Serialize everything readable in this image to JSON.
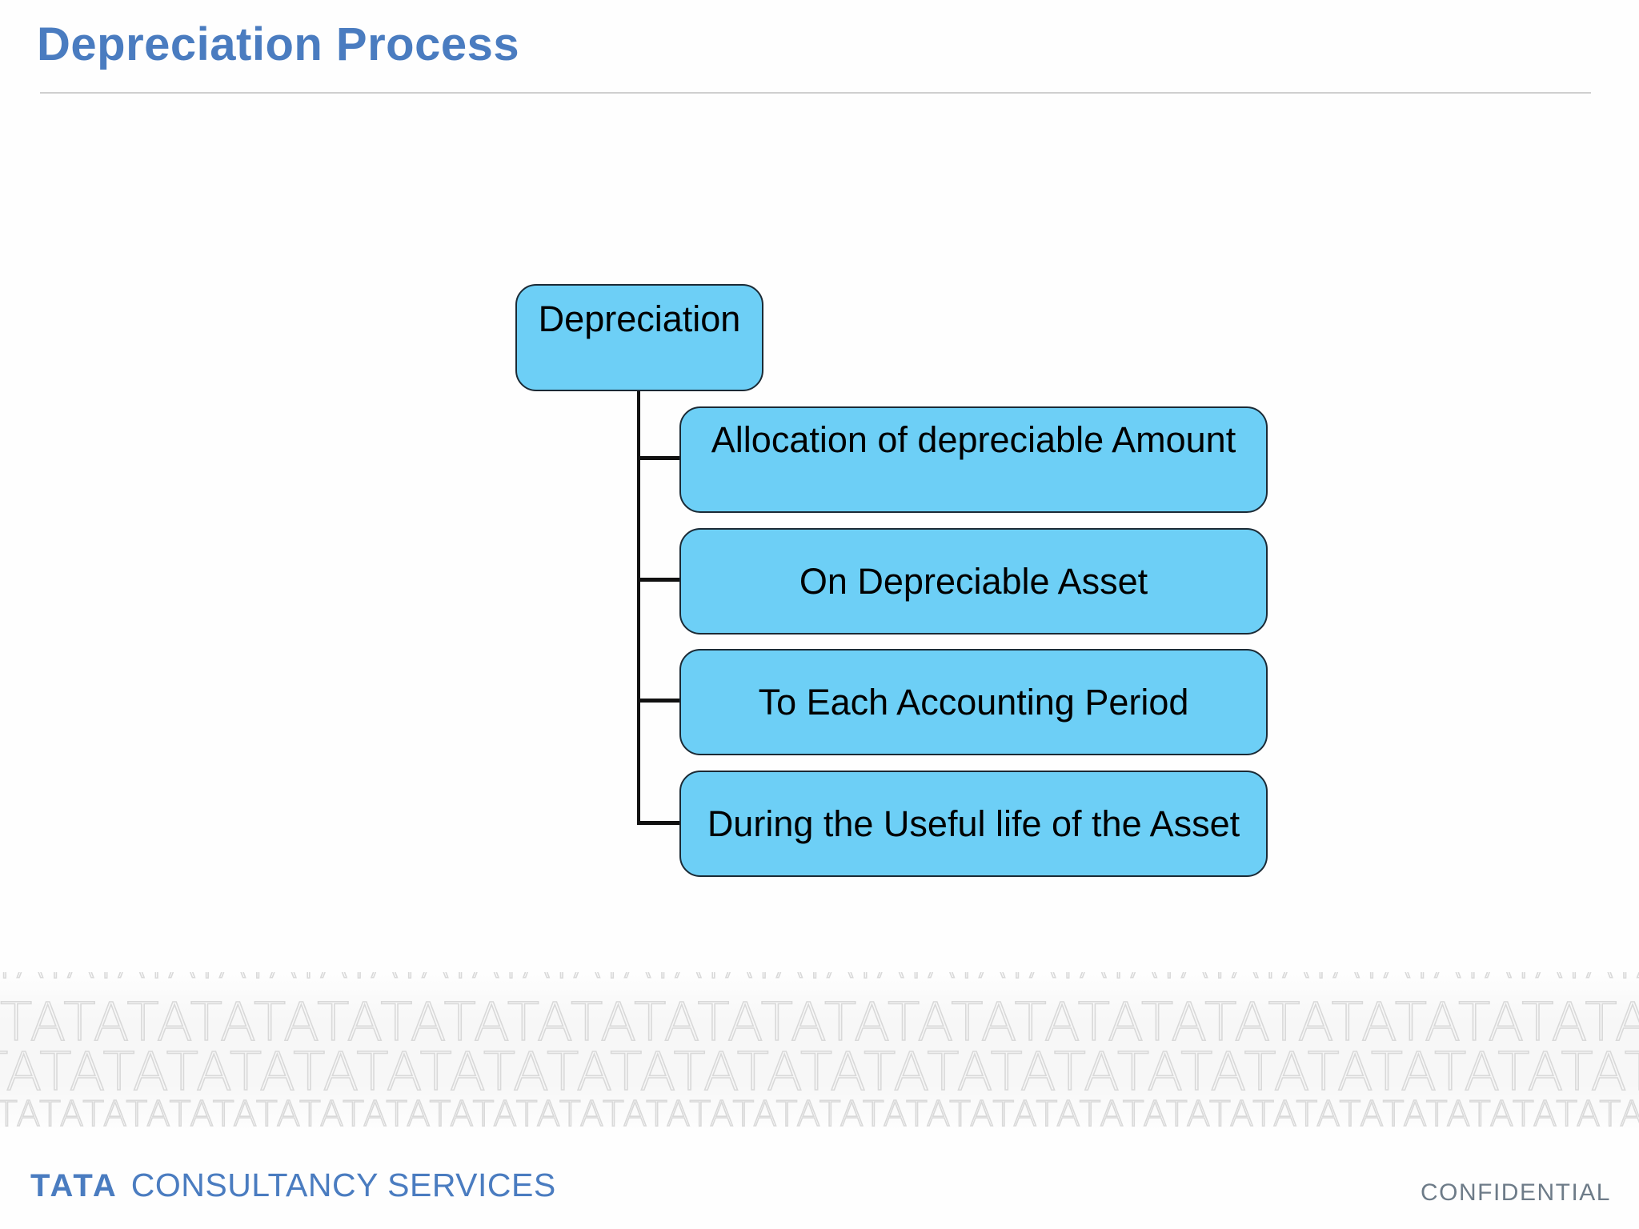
{
  "slide": {
    "title": "Depreciation Process"
  },
  "diagram": {
    "root": "Depreciation",
    "children": [
      "Allocation of depreciable Amount",
      "On Depreciable Asset",
      "To Each Accounting Period",
      "During the Useful life of the Asset"
    ],
    "node_fill": "#6dcff6",
    "node_border": "#1b2a35",
    "connector_color": "#111111"
  },
  "watermark": {
    "pattern": "TATA"
  },
  "footer": {
    "brand_tata": "TATA",
    "brand_rest": "CONSULTANCY SERVICES",
    "classification": "CONFIDENTIAL",
    "brand_color": "#4a7cc0"
  }
}
